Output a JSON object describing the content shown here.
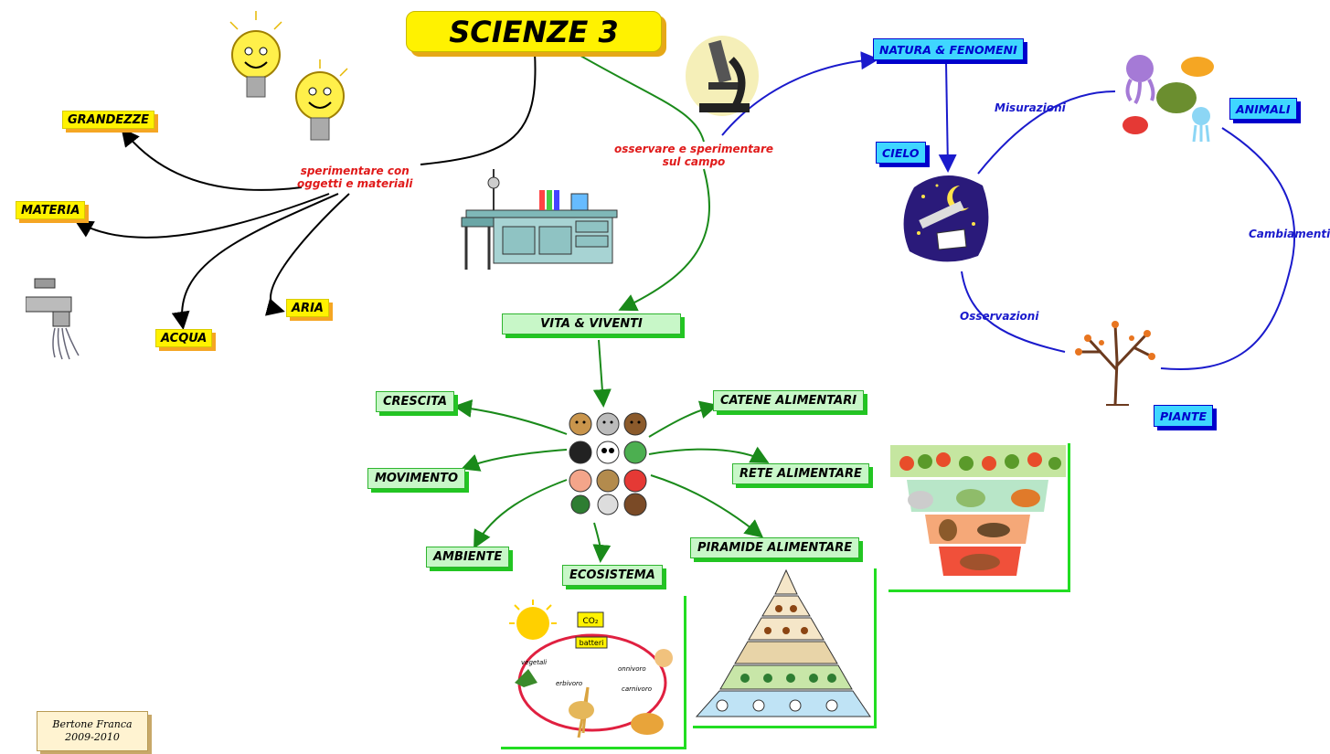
{
  "title": "SCIENZE 3",
  "nodes": {
    "grandezze": "GRANDEZZE",
    "materia": "MATERIA",
    "acqua": "ACQUA",
    "aria": "ARIA",
    "natura_fenomeni": "NATURA & FENOMENI",
    "cielo": "CIELO",
    "animali": "ANIMALI",
    "piante": "PIANTE",
    "vita_viventi": "VITA & VIVENTI",
    "crescita": "CRESCITA",
    "movimento": "MOVIMENTO",
    "ambiente": "AMBIENTE",
    "ecosistema": "ECOSISTEMA",
    "catene_alimentari": "CATENE ALIMENTARI",
    "rete_alimentare": "RETE ALIMENTARE",
    "piramide_alimentare": "PIRAMIDE ALIMENTARE"
  },
  "labels": {
    "sperimentare_1": "sperimentare con",
    "sperimentare_2": "oggetti e materiali",
    "osservare_1": "osservare e sperimentare",
    "osservare_2": "sul campo",
    "misurazioni": "Misurazioni",
    "cambiamenti": "Cambiamenti",
    "osservazioni": "Osservazioni"
  },
  "ecosystem_labels": {
    "co2": "CO₂",
    "batteri": "batteri",
    "vegetali": "vegetali",
    "erbivoro": "erbivoro",
    "onnivoro": "onnivoro",
    "carnivoro": "carnivoro"
  },
  "credit": {
    "author": "Bertone Franca",
    "year": "2009-2010"
  },
  "colors": {
    "yellow_node": "#fff200",
    "green_node": "#c8f7c8",
    "blue_node": "#3fd6ff",
    "red_label": "#e01a1a",
    "blue_label": "#1a1acc",
    "green_link": "#1a8a1a",
    "blue_link": "#1a1acc"
  },
  "icons": [
    "lightbulb-icon",
    "microscope-icon",
    "lab-bench-icon",
    "water-tap-icon",
    "telescope-night-icon",
    "sea-animals-icon",
    "tree-icon",
    "animal-faces-icon",
    "ecosystem-cycle-icon",
    "food-pyramid-icon",
    "food-web-icon"
  ]
}
